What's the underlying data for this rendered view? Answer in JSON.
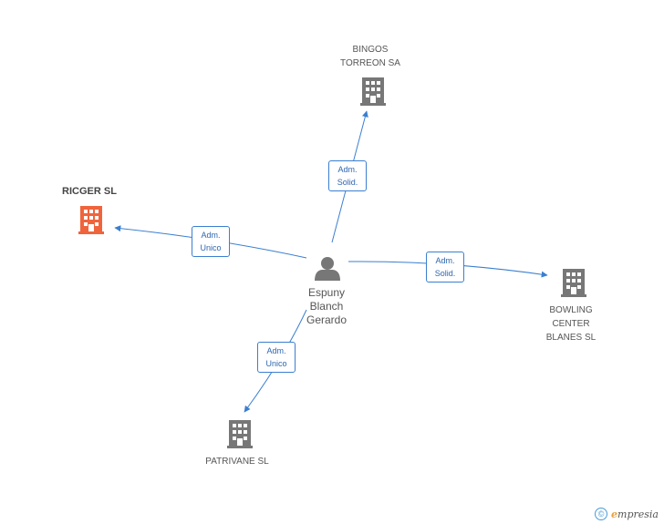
{
  "colors": {
    "edge": "#3a7fd0",
    "company_icon": "#777777",
    "main_company_icon": "#f0643c",
    "person_icon": "#777777"
  },
  "person": {
    "label": "Espuny\nBlanch\nGerardo",
    "icon": "person-icon"
  },
  "companies": [
    {
      "id": "bingos",
      "label": "BINGOS\nTORREON SA",
      "icon": "building-icon",
      "main": false
    },
    {
      "id": "ricger",
      "label": "RICGER SL",
      "icon": "building-icon",
      "main": true
    },
    {
      "id": "bowling",
      "label": "BOWLING\nCENTER\nBLANES SL",
      "icon": "building-icon",
      "main": false
    },
    {
      "id": "patrivane",
      "label": "PATRIVANE SL",
      "icon": "building-icon",
      "main": false
    }
  ],
  "edges": [
    {
      "to": "bingos",
      "label": "Adm.\nSolid."
    },
    {
      "to": "ricger",
      "label": "Adm.\nUnico"
    },
    {
      "to": "bowling",
      "label": "Adm.\nSolid."
    },
    {
      "to": "patrivane",
      "label": "Adm.\nUnico"
    }
  ],
  "footer": {
    "copyright_symbol": "©",
    "brand_initial": "e",
    "brand_rest": "mpresia"
  }
}
